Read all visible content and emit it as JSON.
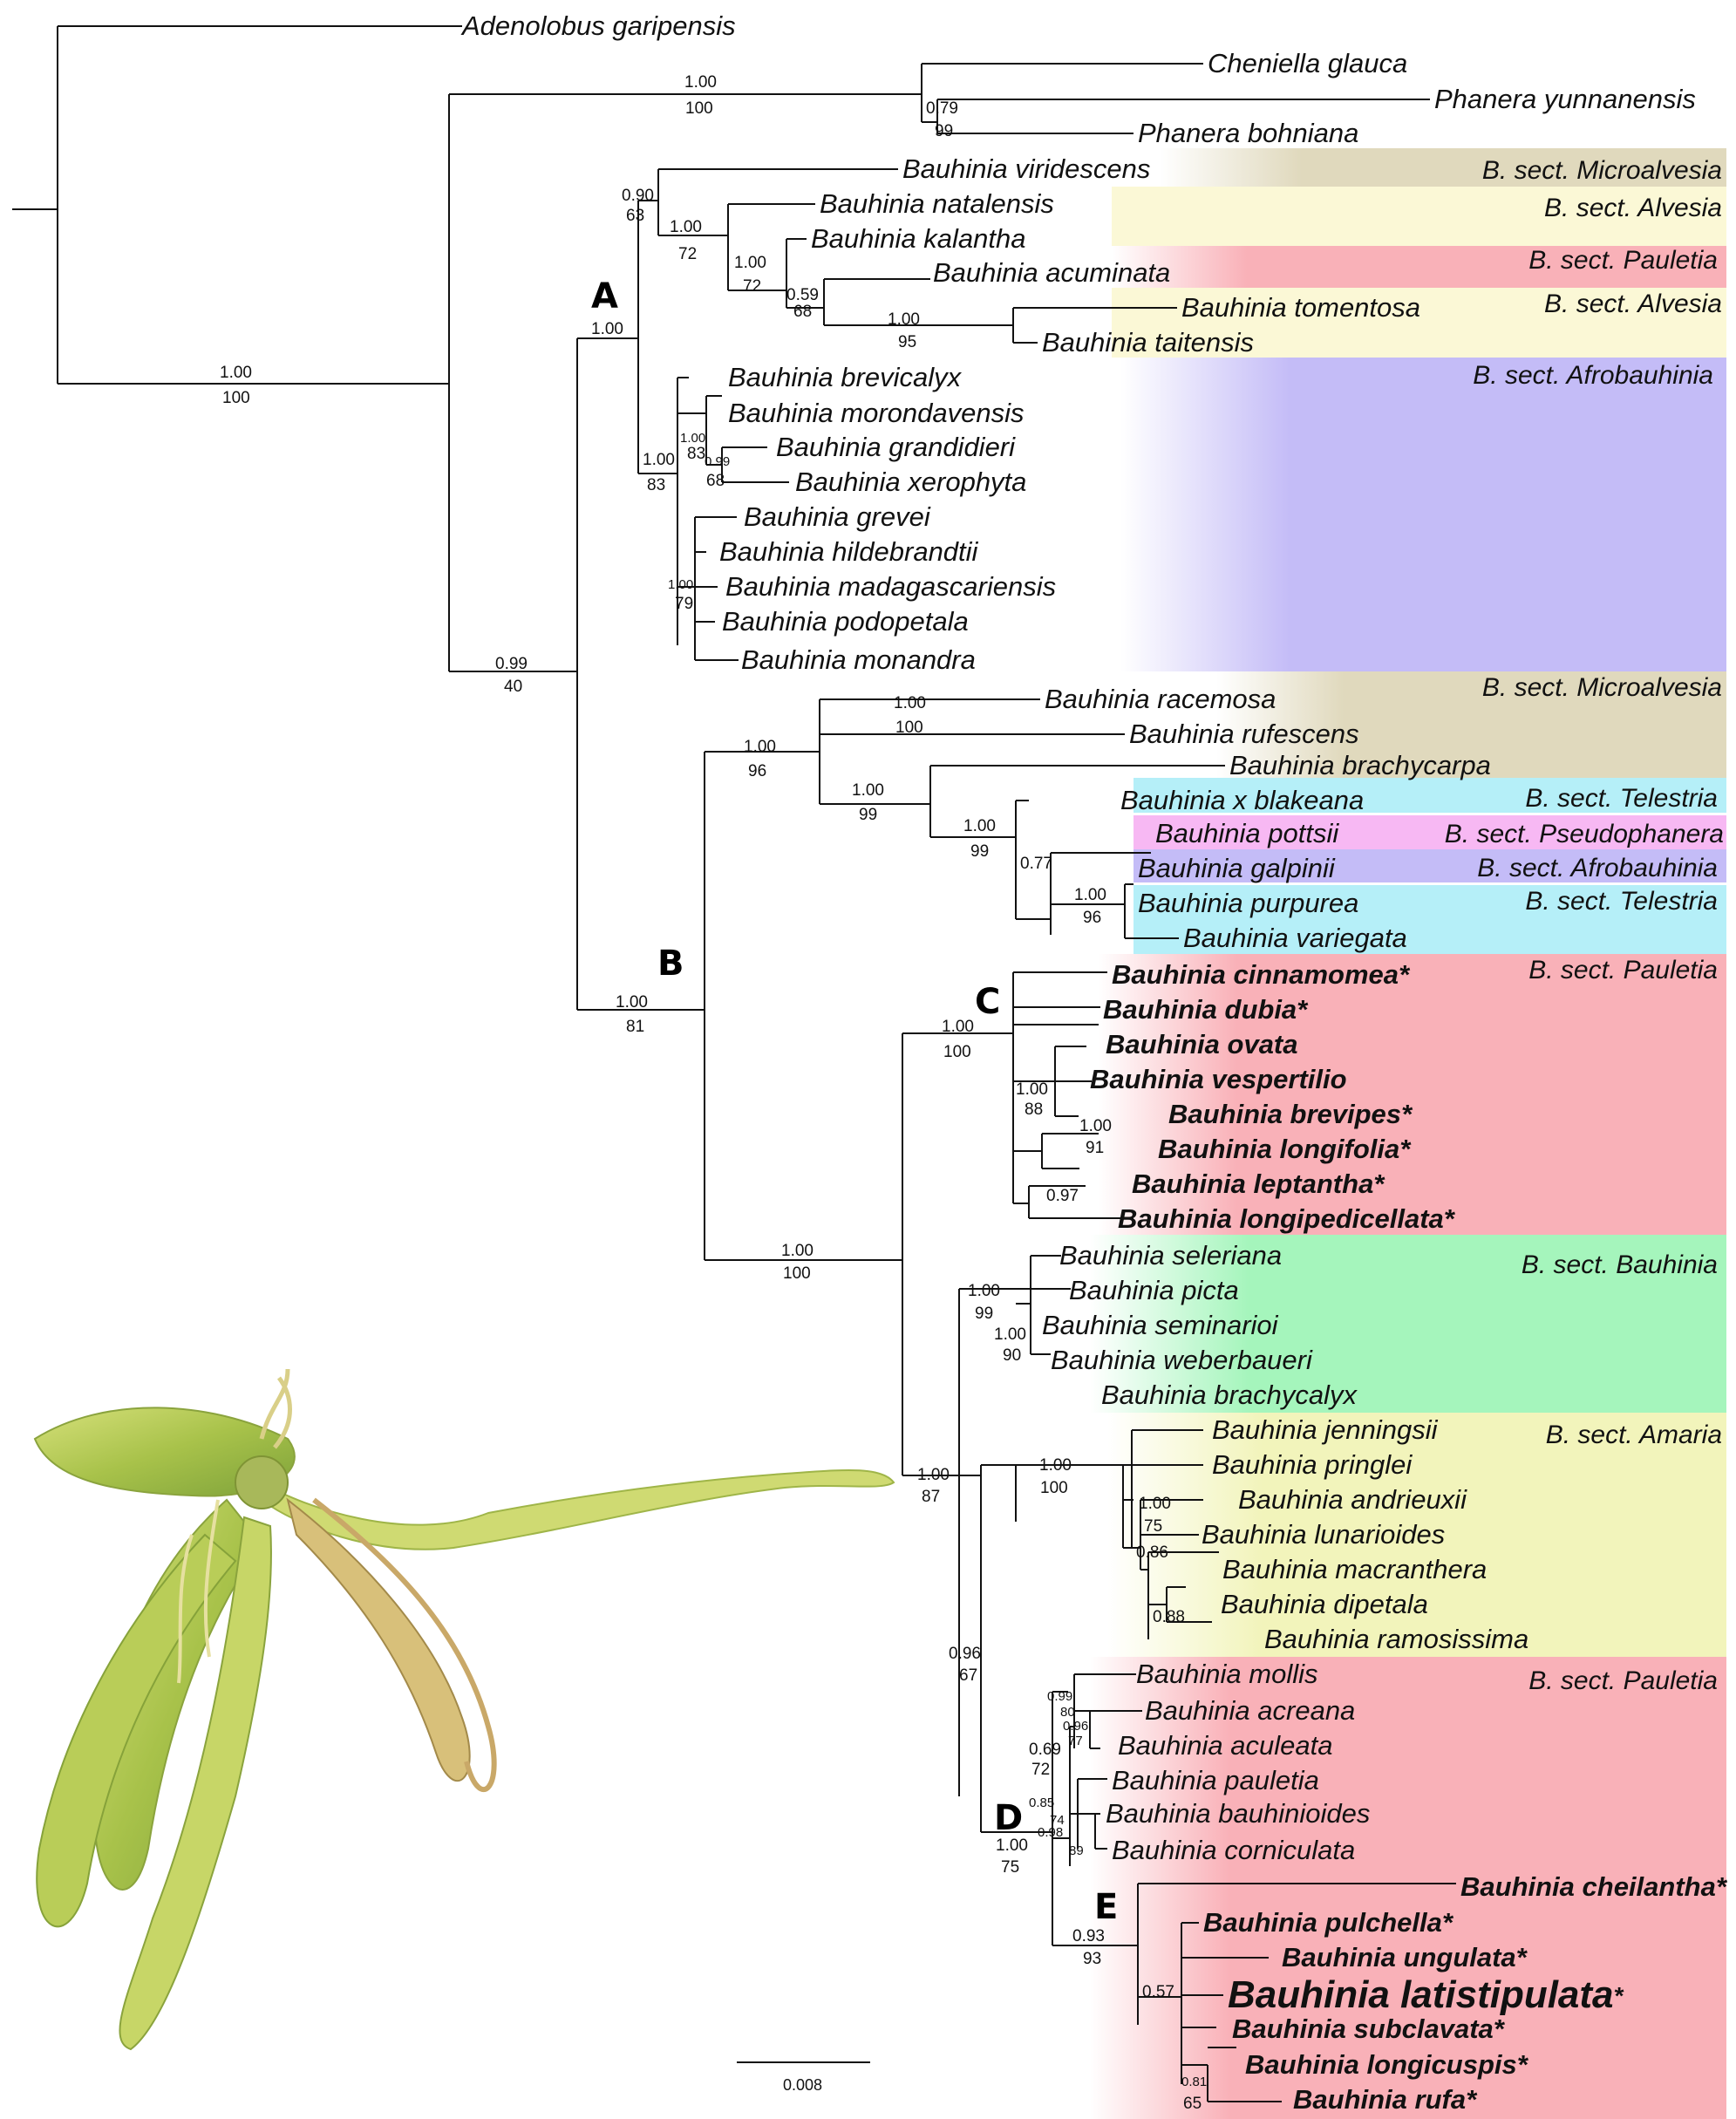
{
  "colors": {
    "microalvesia": "#e0d9bd",
    "alvesia": "#fbf8d6",
    "pauletia": "#f9b1b8",
    "afrobauhinia": "#c4bcf7",
    "telestria": "#b5eff8",
    "pseudophanera": "#f7b8f3",
    "bauhinia": "#a5f5bc",
    "amaria": "#f2f4bb"
  },
  "sections": [
    {
      "key": "microalvesia_1",
      "label": "B. sect. Microalvesia",
      "color": "microalvesia"
    },
    {
      "key": "alvesia_1",
      "label": "B. sect. Alvesia",
      "color": "alvesia"
    },
    {
      "key": "pauletia_1",
      "label": "B. sect. Pauletia",
      "color": "pauletia"
    },
    {
      "key": "alvesia_2",
      "label": "B. sect. Alvesia",
      "color": "alvesia"
    },
    {
      "key": "afrobauhinia_1",
      "label": "B. sect. Afrobauhinia",
      "color": "afrobauhinia"
    },
    {
      "key": "microalvesia_2",
      "label": "B. sect. Microalvesia",
      "color": "microalvesia"
    },
    {
      "key": "telestria_1",
      "label": "B. sect. Telestria",
      "color": "telestria"
    },
    {
      "key": "pseudophanera_1",
      "label": "B. sect. Pseudophanera",
      "color": "pseudophanera"
    },
    {
      "key": "afrobauhinia_2",
      "label": "B. sect. Afrobauhinia",
      "color": "afrobauhinia"
    },
    {
      "key": "telestria_2",
      "label": "B. sect. Telestria",
      "color": "telestria"
    },
    {
      "key": "pauletia_2",
      "label": "B. sect. Pauletia",
      "color": "pauletia"
    },
    {
      "key": "bauhinia_1",
      "label": "B. sect. Bauhinia",
      "color": "bauhinia"
    },
    {
      "key": "amaria_1",
      "label": "B. sect. Amaria",
      "color": "amaria"
    },
    {
      "key": "pauletia_3",
      "label": "B. sect. Pauletia",
      "color": "pauletia"
    }
  ],
  "taxa": [
    {
      "name": "Adenolobus garipensis",
      "bold": false
    },
    {
      "name": "Cheniella glauca",
      "bold": false
    },
    {
      "name": "Phanera yunnanensis",
      "bold": false
    },
    {
      "name": "Phanera bohniana",
      "bold": false
    },
    {
      "name": "Bauhinia viridescens",
      "bold": false
    },
    {
      "name": "Bauhinia natalensis",
      "bold": false
    },
    {
      "name": "Bauhinia kalantha",
      "bold": false
    },
    {
      "name": "Bauhinia acuminata",
      "bold": false
    },
    {
      "name": "Bauhinia tomentosa",
      "bold": false
    },
    {
      "name": "Bauhinia taitensis",
      "bold": false
    },
    {
      "name": "Bauhinia brevicalyx",
      "bold": false
    },
    {
      "name": "Bauhinia morondavensis",
      "bold": false
    },
    {
      "name": "Bauhinia grandidieri",
      "bold": false
    },
    {
      "name": "Bauhinia xerophyta",
      "bold": false
    },
    {
      "name": "Bauhinia grevei",
      "bold": false
    },
    {
      "name": "Bauhinia hildebrandtii",
      "bold": false
    },
    {
      "name": "Bauhinia madagascariensis",
      "bold": false
    },
    {
      "name": "Bauhinia podopetala",
      "bold": false
    },
    {
      "name": "Bauhinia monandra",
      "bold": false
    },
    {
      "name": "Bauhinia racemosa",
      "bold": false
    },
    {
      "name": "Bauhinia rufescens",
      "bold": false
    },
    {
      "name": "Bauhinia brachycarpa",
      "bold": false
    },
    {
      "name": "Bauhinia x blakeana",
      "bold": false
    },
    {
      "name": "Bauhinia pottsii",
      "bold": false
    },
    {
      "name": "Bauhinia galpinii",
      "bold": false
    },
    {
      "name": "Bauhinia purpurea",
      "bold": false
    },
    {
      "name": "Bauhinia variegata",
      "bold": false
    },
    {
      "name": "Bauhinia cinnamomea*",
      "bold": true
    },
    {
      "name": "Bauhinia dubia*",
      "bold": true
    },
    {
      "name": "Bauhinia ovata",
      "bold": true
    },
    {
      "name": "Bauhinia vespertilio",
      "bold": true
    },
    {
      "name": "Bauhinia brevipes*",
      "bold": true
    },
    {
      "name": "Bauhinia longifolia*",
      "bold": true
    },
    {
      "name": "Bauhinia leptantha*",
      "bold": true
    },
    {
      "name": "Bauhinia longipedicellata*",
      "bold": true
    },
    {
      "name": "Bauhinia seleriana",
      "bold": false
    },
    {
      "name": "Bauhinia picta",
      "bold": false
    },
    {
      "name": "Bauhinia seminarioi",
      "bold": false
    },
    {
      "name": "Bauhinia weberbaueri",
      "bold": false
    },
    {
      "name": "Bauhinia brachycalyx",
      "bold": false
    },
    {
      "name": "Bauhinia jenningsii",
      "bold": false
    },
    {
      "name": "Bauhinia pringlei",
      "bold": false
    },
    {
      "name": "Bauhinia andrieuxii",
      "bold": false
    },
    {
      "name": "Bauhinia lunarioides",
      "bold": false
    },
    {
      "name": "Bauhinia macranthera",
      "bold": false
    },
    {
      "name": "Bauhinia dipetala",
      "bold": false
    },
    {
      "name": "Bauhinia ramosissima",
      "bold": false
    },
    {
      "name": "Bauhinia mollis",
      "bold": false
    },
    {
      "name": "Bauhinia acreana",
      "bold": false
    },
    {
      "name": "Bauhinia aculeata",
      "bold": false
    },
    {
      "name": "Bauhinia pauletia",
      "bold": false
    },
    {
      "name": "Bauhinia bauhinioides",
      "bold": false
    },
    {
      "name": "Bauhinia corniculata",
      "bold": false
    },
    {
      "name": "Bauhinia cheilantha*",
      "bold": true
    },
    {
      "name": "Bauhinia pulchella*",
      "bold": true
    },
    {
      "name": "Bauhinia ungulata*",
      "bold": true
    },
    {
      "name": "Bauhinia latistipulata",
      "bold": true,
      "suffix": "*"
    },
    {
      "name": "Bauhinia subclavata*",
      "bold": true
    },
    {
      "name": "Bauhinia longicuspis*",
      "bold": true
    },
    {
      "name": "Bauhinia rufa*",
      "bold": true
    }
  ],
  "clades": [
    "A",
    "B",
    "C",
    "D",
    "E"
  ],
  "support": [
    {
      "pp": "1.00",
      "bs": "100"
    },
    {
      "pp": "1.00",
      "bs": "100"
    },
    {
      "pp": "0.79",
      "bs": "99"
    },
    {
      "pp": "0.99",
      "bs": "40"
    },
    {
      "pp": "1.00",
      "bs": ""
    },
    {
      "pp": "0.90",
      "bs": "63"
    },
    {
      "pp": "1.00",
      "bs": "72"
    },
    {
      "pp": "1.00",
      "bs": "72"
    },
    {
      "pp": "0.59",
      "bs": "68"
    },
    {
      "pp": "1.00",
      "bs": "95"
    },
    {
      "pp": "1.00",
      "bs": "83"
    },
    {
      "pp": "1.00",
      "bs": "83"
    },
    {
      "pp": "0.99",
      "bs": "68"
    },
    {
      "pp": "1.00",
      "bs": "79"
    },
    {
      "pp": "1.00",
      "bs": "81"
    },
    {
      "pp": "1.00",
      "bs": "96"
    },
    {
      "pp": "1.00",
      "bs": "100"
    },
    {
      "pp": "1.00",
      "bs": "99"
    },
    {
      "pp": "1.00",
      "bs": "99"
    },
    {
      "pp": "0.77",
      "bs": ""
    },
    {
      "pp": "1.00",
      "bs": "96"
    },
    {
      "pp": "1.00",
      "bs": "100"
    },
    {
      "pp": "1.00",
      "bs": "100"
    },
    {
      "pp": "1.00",
      "bs": "88"
    },
    {
      "pp": "1.00",
      "bs": "91"
    },
    {
      "pp": "0.97",
      "bs": ""
    },
    {
      "pp": "1.00",
      "bs": "87"
    },
    {
      "pp": "1.00",
      "bs": "99"
    },
    {
      "pp": "1.00",
      "bs": "90"
    },
    {
      "pp": "0.96",
      "bs": "67"
    },
    {
      "pp": "1.00",
      "bs": "100"
    },
    {
      "pp": "1.00",
      "bs": "75"
    },
    {
      "pp": "0.86",
      "bs": ""
    },
    {
      "pp": "0.88",
      "bs": ""
    },
    {
      "pp": "1.00",
      "bs": "75"
    },
    {
      "pp": "0.69",
      "bs": "72"
    },
    {
      "pp": "0.99",
      "bs": "80"
    },
    {
      "pp": "0.96",
      "bs": "77"
    },
    {
      "pp": "0.85",
      "bs": "74"
    },
    {
      "pp": "0.98",
      "bs": "89"
    },
    {
      "pp": "0.93",
      "bs": "93"
    },
    {
      "pp": "0.57",
      "bs": ""
    },
    {
      "pp": "0.81",
      "bs": "65"
    }
  ],
  "scale_bar": {
    "label": "0.008"
  },
  "photo": {
    "subject": "Bauhinia latistipulata flower"
  }
}
